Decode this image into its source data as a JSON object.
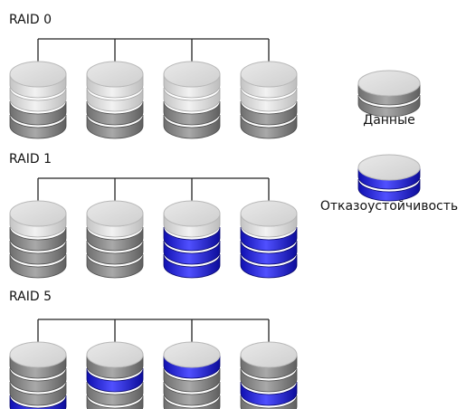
{
  "colors": {
    "top": "#d9d9d9",
    "top_stroke": "#b8b8b8",
    "light": "#dedede",
    "dark": "#8c8c8c",
    "blue": "#2323e6",
    "line": "#222222"
  },
  "groups": [
    {
      "title": "RAID 0",
      "disks": [
        [
          "light",
          "light",
          "dark",
          "dark"
        ],
        [
          "light",
          "light",
          "dark",
          "dark"
        ],
        [
          "light",
          "light",
          "dark",
          "dark"
        ],
        [
          "light",
          "light",
          "dark",
          "dark"
        ]
      ]
    },
    {
      "title": "RAID 1",
      "disks": [
        [
          "light",
          "dark",
          "dark",
          "dark"
        ],
        [
          "light",
          "dark",
          "dark",
          "dark"
        ],
        [
          "light",
          "blue",
          "blue",
          "blue"
        ],
        [
          "light",
          "blue",
          "blue",
          "blue"
        ]
      ]
    },
    {
      "title": "RAID 5",
      "disks": [
        [
          "dark",
          "dark",
          "dark",
          "blue"
        ],
        [
          "dark",
          "blue",
          "dark",
          "dark"
        ],
        [
          "blue",
          "dark",
          "dark",
          "dark"
        ],
        [
          "dark",
          "dark",
          "blue",
          "dark"
        ]
      ]
    }
  ],
  "legend": [
    {
      "label": "Данные",
      "icon": "data-disk-icon",
      "color": "dark"
    },
    {
      "label": "Отказоустойчивость",
      "icon": "fault-tolerance-disk-icon",
      "color": "blue"
    }
  ]
}
